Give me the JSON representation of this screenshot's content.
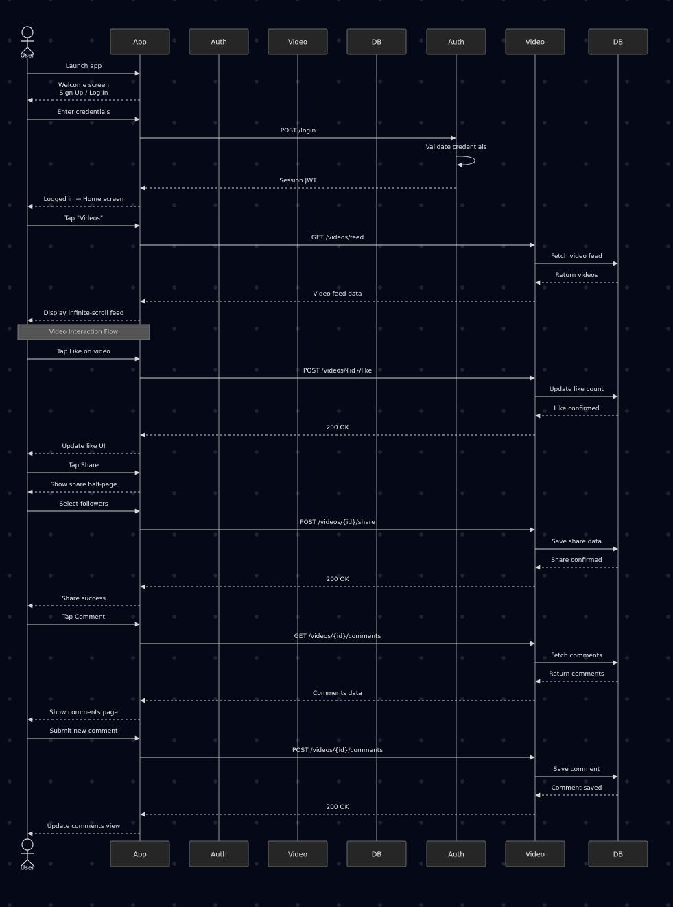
{
  "actor": {
    "name": "User"
  },
  "participants": [
    "App",
    "Auth",
    "Video",
    "DB",
    "Auth",
    "Video",
    "DB"
  ],
  "section": {
    "label": "Video Interaction Flow"
  },
  "messages": [
    {
      "from": 0,
      "to": 1,
      "text": "Launch app",
      "kind": "solid"
    },
    {
      "from": 1,
      "to": 0,
      "text": "Welcome screen\nSign Up / Log In",
      "kind": "dashed"
    },
    {
      "from": 0,
      "to": 1,
      "text": "Enter credentials",
      "kind": "solid"
    },
    {
      "from": 1,
      "to": 5,
      "text": "POST /login",
      "kind": "solid"
    },
    {
      "from": 5,
      "to": 5,
      "text": "Validate credentials",
      "kind": "self"
    },
    {
      "from": 5,
      "to": 1,
      "text": "Session JWT",
      "kind": "dashed"
    },
    {
      "from": 1,
      "to": 0,
      "text": "Logged in → Home screen",
      "kind": "dashed"
    },
    {
      "from": 0,
      "to": 1,
      "text": "Tap \"Videos\"",
      "kind": "solid"
    },
    {
      "from": 1,
      "to": 6,
      "text": "GET /videos/feed",
      "kind": "solid"
    },
    {
      "from": 6,
      "to": 7,
      "text": "Fetch video feed",
      "kind": "solid"
    },
    {
      "from": 7,
      "to": 6,
      "text": "Return videos",
      "kind": "dashed"
    },
    {
      "from": 6,
      "to": 1,
      "text": "Video feed data",
      "kind": "dashed"
    },
    {
      "from": 1,
      "to": 0,
      "text": "Display infinite-scroll feed",
      "kind": "dashed"
    },
    {
      "from": 0,
      "to": 1,
      "text": "Tap Like on video",
      "kind": "solid"
    },
    {
      "from": 1,
      "to": 6,
      "text": "POST /videos/{id}/like",
      "kind": "solid"
    },
    {
      "from": 6,
      "to": 7,
      "text": "Update like count",
      "kind": "solid"
    },
    {
      "from": 7,
      "to": 6,
      "text": "Like confirmed",
      "kind": "dashed"
    },
    {
      "from": 6,
      "to": 1,
      "text": "200 OK",
      "kind": "dashed"
    },
    {
      "from": 1,
      "to": 0,
      "text": "Update like UI",
      "kind": "dashed"
    },
    {
      "from": 0,
      "to": 1,
      "text": "Tap Share",
      "kind": "solid"
    },
    {
      "from": 1,
      "to": 0,
      "text": "Show share half-page",
      "kind": "dashed"
    },
    {
      "from": 0,
      "to": 1,
      "text": "Select followers",
      "kind": "solid"
    },
    {
      "from": 1,
      "to": 6,
      "text": "POST /videos/{id}/share",
      "kind": "solid"
    },
    {
      "from": 6,
      "to": 7,
      "text": "Save share data",
      "kind": "solid"
    },
    {
      "from": 7,
      "to": 6,
      "text": "Share confirmed",
      "kind": "dashed"
    },
    {
      "from": 6,
      "to": 1,
      "text": "200 OK",
      "kind": "dashed"
    },
    {
      "from": 1,
      "to": 0,
      "text": "Share success",
      "kind": "dashed"
    },
    {
      "from": 0,
      "to": 1,
      "text": "Tap Comment",
      "kind": "solid"
    },
    {
      "from": 1,
      "to": 6,
      "text": "GET /videos/{id}/comments",
      "kind": "solid"
    },
    {
      "from": 6,
      "to": 7,
      "text": "Fetch comments",
      "kind": "solid"
    },
    {
      "from": 7,
      "to": 6,
      "text": "Return comments",
      "kind": "dashed"
    },
    {
      "from": 6,
      "to": 1,
      "text": "Comments data",
      "kind": "dashed"
    },
    {
      "from": 1,
      "to": 0,
      "text": "Show comments page",
      "kind": "dashed"
    },
    {
      "from": 0,
      "to": 1,
      "text": "Submit new comment",
      "kind": "solid"
    },
    {
      "from": 1,
      "to": 6,
      "text": "POST /videos/{id}/comments",
      "kind": "solid"
    },
    {
      "from": 6,
      "to": 7,
      "text": "Save comment",
      "kind": "solid"
    },
    {
      "from": 7,
      "to": 6,
      "text": "Comment saved",
      "kind": "dashed"
    },
    {
      "from": 6,
      "to": 1,
      "text": "200 OK",
      "kind": "dashed"
    },
    {
      "from": 1,
      "to": 0,
      "text": "Update comments view",
      "kind": "dashed"
    }
  ],
  "colors": {
    "background": "#050816",
    "line": "#cfcfcf",
    "box_fill": "#262626",
    "box_stroke": "#6a6a6a",
    "text": "#e8e8e8",
    "section_fill": "#555555"
  }
}
